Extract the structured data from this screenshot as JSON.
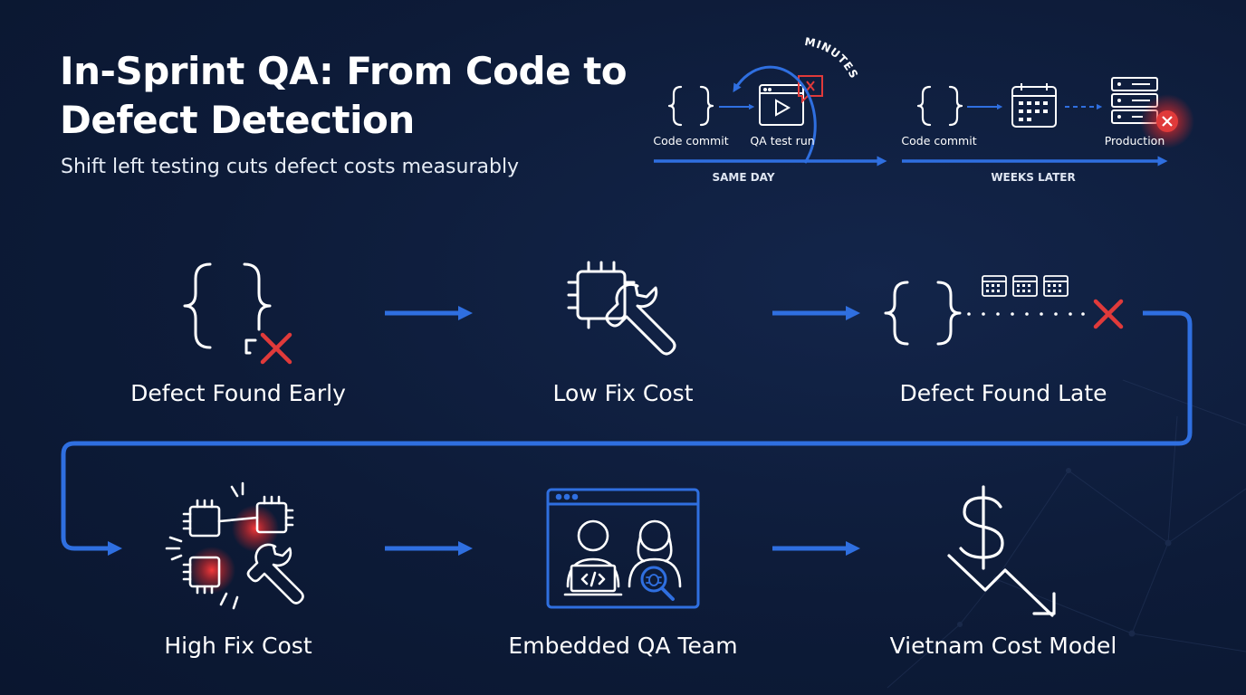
{
  "header": {
    "title": "In-Sprint QA: From Code to Defect Detection",
    "subtitle": "Shift left testing cuts defect costs measurably"
  },
  "timeline": {
    "loop_label": "MINUTES",
    "left": {
      "caption": "SAME DAY",
      "nodes": [
        {
          "label": "Code commit",
          "icon": "code-braces-icon"
        },
        {
          "label": "QA test run",
          "icon": "play-window-icon"
        }
      ]
    },
    "right": {
      "caption": "WEEKS LATER",
      "nodes": [
        {
          "label": "Code commit",
          "icon": "code-braces-icon"
        },
        {
          "label": "",
          "icon": "calendar-icon"
        },
        {
          "label": "Production",
          "icon": "server-error-icon"
        }
      ]
    }
  },
  "steps": [
    {
      "label": "Defect Found Early",
      "icon": "code-defect-icon"
    },
    {
      "label": "Low Fix Cost",
      "icon": "chip-wrench-icon"
    },
    {
      "label": "Defect Found Late",
      "icon": "code-delay-defect-icon"
    },
    {
      "label": "High Fix Cost",
      "icon": "chips-wrench-alert-icon"
    },
    {
      "label": "Embedded QA Team",
      "icon": "qa-team-icon"
    },
    {
      "label": "Vietnam Cost Model",
      "icon": "dollar-down-icon"
    }
  ],
  "colors": {
    "background": "#0d1b38",
    "accent_blue": "#2f6fe0",
    "error_red": "#e03a3a",
    "icon_white": "#ffffff"
  }
}
